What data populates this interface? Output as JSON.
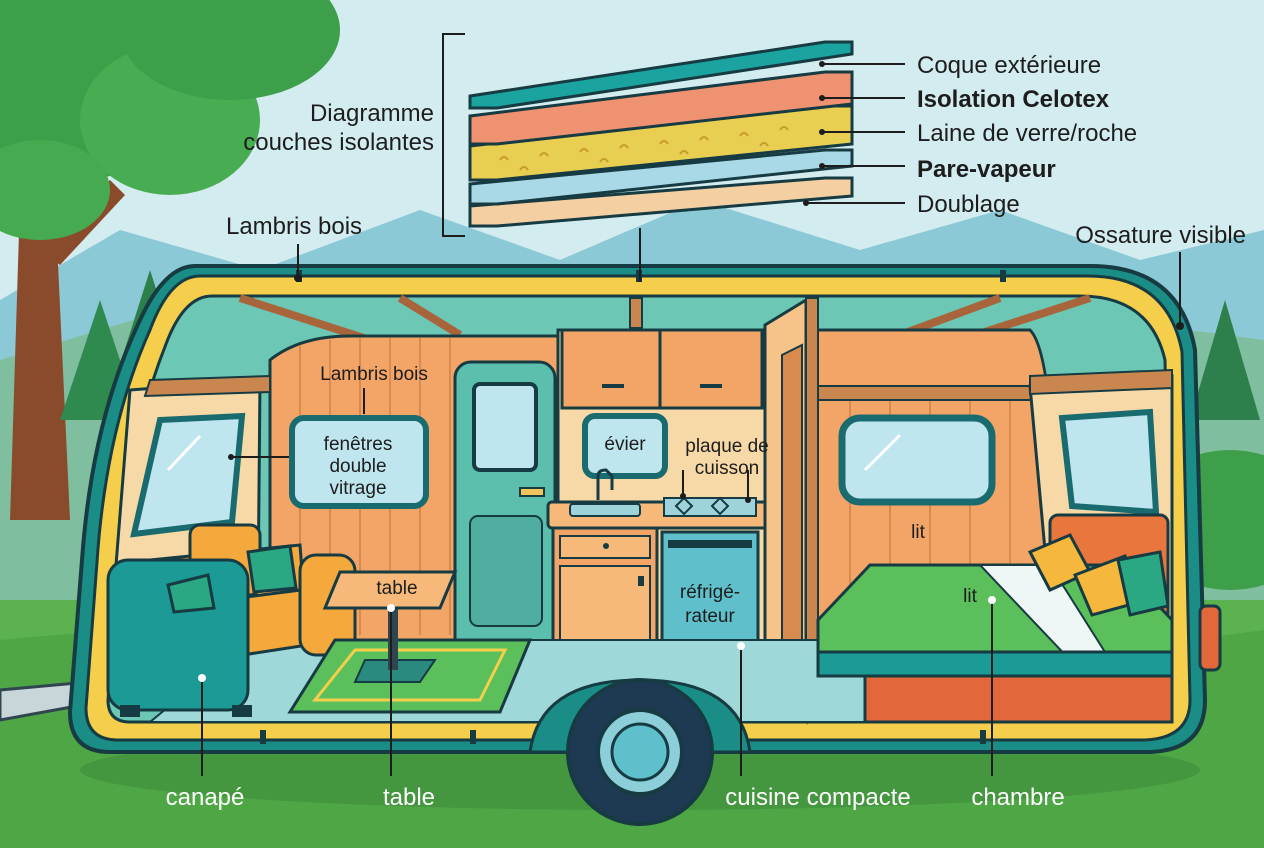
{
  "diagram": {
    "heading": [
      "Diagramme",
      "couches isolantes"
    ],
    "layers": [
      {
        "label": "Coque extérieure",
        "bold": false,
        "color": "#1aa39f"
      },
      {
        "label": "Isolation Celotex",
        "bold": true,
        "color": "#ee9272"
      },
      {
        "label": "Laine de verre/roche",
        "bold": false,
        "color": "#e8cf52"
      },
      {
        "label": "Pare-vapeur",
        "bold": true,
        "color": "#a9d9e6"
      },
      {
        "label": "Doublage",
        "bold": false,
        "color": "#f4cfa2"
      }
    ]
  },
  "labels": {
    "lambris_top": "Lambris bois",
    "ossature": "Ossature visible",
    "lambris_inner": "Lambris bois",
    "fenetres": [
      "fenêtres",
      "double",
      "vitrage"
    ],
    "table_inner": "table",
    "evier": "évier",
    "plaque": [
      "plaque de",
      "cuisson"
    ],
    "refrigerateur": [
      "réfrigé-",
      "rateur"
    ],
    "lit_upper": "lit",
    "lit_lower": "lit"
  },
  "bottom_labels": {
    "canape": "canapé",
    "table": "table",
    "cuisine": "cuisine compacte",
    "chambre": "chambre"
  },
  "colors": {
    "frame": "#f5cf4b",
    "shell": "#1a8d87",
    "wood": "#f2a567",
    "grass": "#56ad4c",
    "tree": "#3d9f4a"
  }
}
